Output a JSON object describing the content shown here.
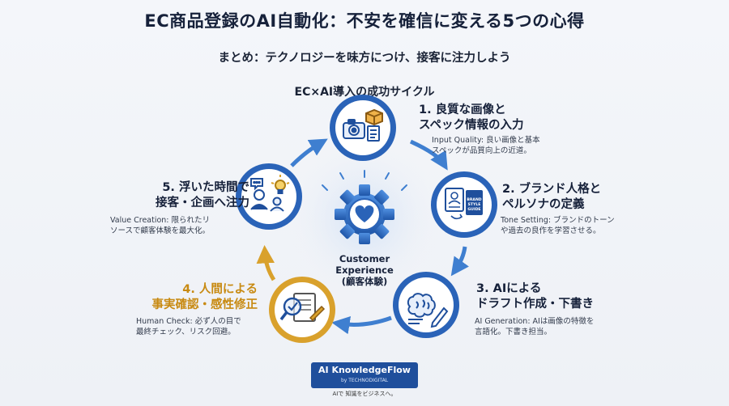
{
  "header": {
    "title": "EC商品登録のAI自動化：不安を確信に変える5つの心得",
    "subtitle": "まとめ：テクノロジーを味方につけ、接客に注力しよう",
    "cycle_title": "EC×AI導入の成功サイクル"
  },
  "center": {
    "line1": "Customer",
    "line2": "Experience",
    "line3": "(顧客体験)",
    "icon": "heart-gear-icon"
  },
  "steps": [
    {
      "title_line1": "1. 良質な画像と",
      "title_line2": "スペック情報の入力",
      "desc_line1": "Input Quality: 良い画像と基本",
      "desc_line2": "スペックが品質向上の近道。",
      "icon": "camera-product-icon"
    },
    {
      "title_line1": "2. ブランド人格と",
      "title_line2": "ペルソナの定義",
      "desc_line1": "Tone Setting: ブランドのトーン",
      "desc_line2": "や過去の良作を学習させる。",
      "icon": "brand-style-guide-icon",
      "guide_text": "BRAND STYLE GUIDE"
    },
    {
      "title_line1": "3. AIによる",
      "title_line2": "ドラフト作成・下書き",
      "desc_line1": "AI Generation: AIは画像の特徴を",
      "desc_line2": "言語化。下書き担当。",
      "icon": "ai-brain-writing-icon"
    },
    {
      "title_line1": "4. 人間による",
      "title_line2": "事実確認・感性修正",
      "desc_line1": "Human Check: 必ず人の目で",
      "desc_line2": "最終チェック、リスク回避。",
      "icon": "magnifier-check-icon"
    },
    {
      "title_line1": "5. 浮いた時間で",
      "title_line2": "接客・企画へ注力",
      "desc_line1": "Value Creation: 限られたリ",
      "desc_line2": "ソースで顧客体験を最大化。",
      "icon": "customer-service-idea-icon"
    }
  ],
  "footer": {
    "logo_title": "AI KnowledgeFlow",
    "logo_by": "by TECHNODIGITAL",
    "tagline": "AIで 知識をビジネスへ。"
  },
  "colors": {
    "blue": "#2a63b8",
    "dark_blue": "#1f4f9c",
    "gold": "#d9a12c",
    "arrow": "#3f7fd0"
  }
}
